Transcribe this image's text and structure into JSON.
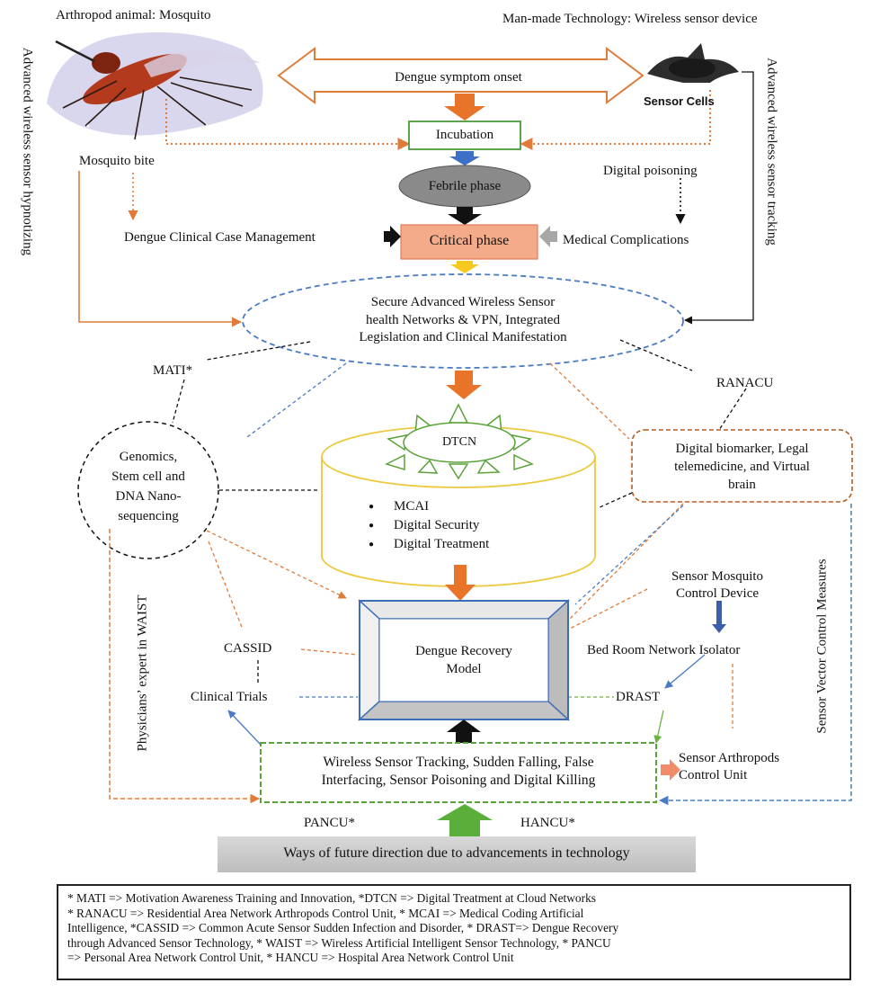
{
  "headers": {
    "mosquito": "Arthropod animal: Mosquito",
    "technology": "Man-made Technology: Wireless sensor device"
  },
  "images": {
    "sensor_cells": "Sensor Cells"
  },
  "side_labels": {
    "left": "Advanced wireless sensor hypnotizing",
    "right": "Advanced wireless sensor tracking",
    "physicians": "Physicians’ expert in WAIST",
    "vector_control": "Sensor Vector Control Measures"
  },
  "flow": {
    "symptom_onset": "Dengue symptom onset",
    "incubation": "Incubation",
    "febrile": "Febrile phase",
    "critical": "Critical phase",
    "mosquito_bite": "Mosquito bite",
    "digital_poisoning": "Digital poisoning",
    "case_management": "Dengue Clinical Case Management",
    "complications": "Medical Complications"
  },
  "network": {
    "line1": "Secure Advanced Wireless Sensor",
    "line2": "health Networks & VPN, Integrated",
    "line3": "Legislation and Clinical Manifestation"
  },
  "labels": {
    "mati": "MATI*",
    "ranacu": "RANACU",
    "cassid": "CASSID",
    "clinical_trials": "Clinical Trials",
    "drast": "DRAST",
    "pancu": "PANCU*",
    "hancu": "HANCU*"
  },
  "genomics": [
    "Genomics,",
    "Stem cell and",
    "DNA Nano-",
    "sequencing"
  ],
  "biomarker": [
    "Digital biomarker, Legal",
    "telemedicine, and Virtual",
    "brain"
  ],
  "cloud": {
    "dtcn": "DTCN",
    "items": [
      "MCAI",
      "Digital Security",
      "Digital Treatment"
    ]
  },
  "recovery": [
    "Dengue Recovery",
    "Model"
  ],
  "devices": {
    "mosquito_control": [
      "Sensor Mosquito",
      "Control Device"
    ],
    "isolator": "Bed Room Network Isolator",
    "arthropods_unit": [
      "Sensor Arthropods",
      "Control Unit"
    ]
  },
  "wireless": [
    "Wireless Sensor Tracking, Sudden Falling, False",
    "Interfacing, Sensor Poisoning and Digital Killing"
  ],
  "future": "Ways of future direction due to advancements in technology",
  "footnote": [
    "* MATI => Motivation Awareness Training and Innovation, *DTCN => Digital Treatment at Cloud Networks",
    "* RANACU => Residential Area Network Arthropods Control Unit, * MCAI => Medical Coding Artificial",
    "Intelligence, *CASSID => Common Acute Sensor Sudden Infection and Disorder, * DRAST=> Dengue Recovery",
    "through Advanced Sensor Technology, * WAIST => Wireless Artificial Intelligent Sensor Technology, * PANCU",
    "=> Personal Area Network Control Unit, * HANCU => Hospital Area Network Control Unit"
  ],
  "colors": {
    "orange": "#e07b39",
    "blue": "#4a7bc4",
    "green": "#6bb33f",
    "salmon": "#f4ab8a",
    "yellow": "#f2d34a",
    "brown": "#b55a1e"
  }
}
